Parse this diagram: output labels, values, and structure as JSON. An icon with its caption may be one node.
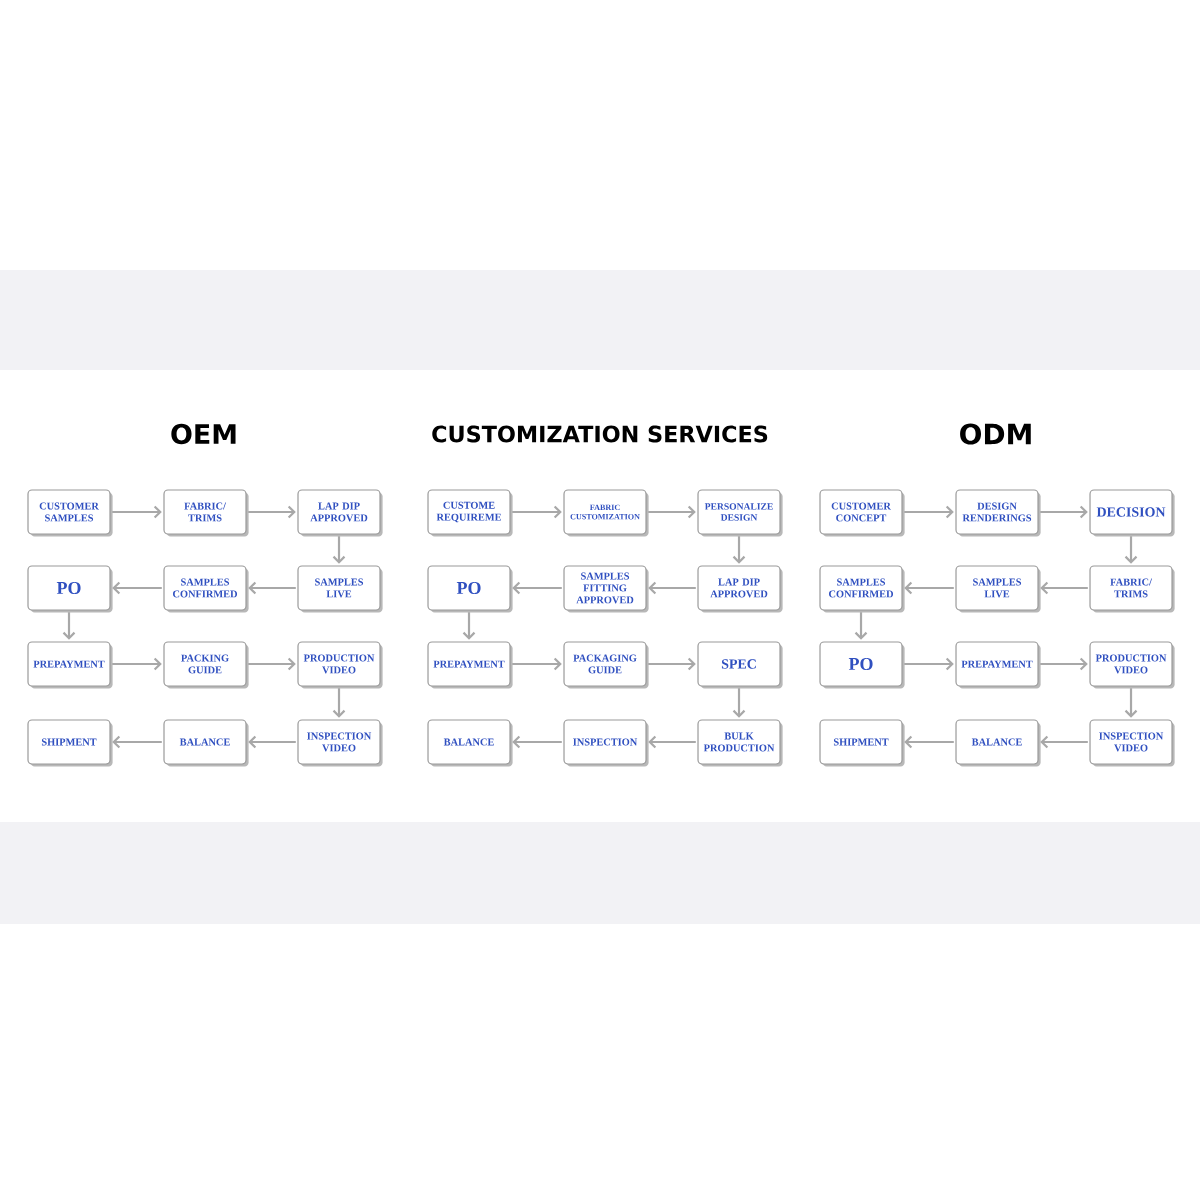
{
  "diagram": {
    "nodes": [
      {
        "text": [
          "CUSTOMER SAMPLES"
        ]
      },
      {
        "text": [
          "FABRIC/ TRIMS"
        ]
      },
      {
        "text": [
          "LAP DIP APPROVED"
        ]
      },
      {
        "text": [
          "PO"
        ]
      },
      {
        "text": [
          "SAMPLES CONFIRMED"
        ]
      },
      {
        "text": [
          "SAMPLES LIVE"
        ]
      },
      {
        "text": [
          "PREPAYMENT"
        ]
      },
      {
        "text": [
          "PACKING GUIDE"
        ]
      },
      {
        "text": [
          "PRODUCTION VIDEO"
        ]
      },
      {
        "text": [
          "SHIPMENT"
        ]
      },
      {
        "text": [
          "BALANCE"
        ]
      },
      {
        "text": [
          "INSPECTION VIDEO"
        ]
      },
      {
        "text": [
          "CUSTOME REQUIREME"
        ]
      },
      {
        "text": [
          "FABRIC CUSTOMIZATION"
        ]
      },
      {
        "text": [
          "PERSONALIZE DESIGN"
        ]
      },
      {
        "text": [
          "PO"
        ]
      },
      {
        "text": [
          "SAMPLES FITTING APPROVED"
        ]
      },
      {
        "text": [
          "LAP DIP APPROVED"
        ]
      },
      {
        "text": [
          "PREPAYMENT"
        ]
      },
      {
        "text": [
          "PACKAGING GUIDE"
        ]
      },
      {
        "text": [
          "SPEC"
        ]
      },
      {
        "text": [
          "BALANCE"
        ]
      },
      {
        "text": [
          "INSPECTION"
        ]
      },
      {
        "text": [
          "BULK PRODUCTION"
        ]
      },
      {
        "text": [
          "CUSTOMER CONCEPT"
        ]
      },
      {
        "text": [
          "DESIGN RENDERINGS"
        ]
      },
      {
        "text": [
          "DECISION"
        ]
      },
      {
        "text": [
          "SAMPLES CONFIRMED"
        ]
      },
      {
        "text": [
          "SAMPLES LIVE"
        ]
      },
      {
        "text": [
          "FABRIC/ TRIMS"
        ]
      },
      {
        "text": [
          "PO"
        ]
      },
      {
        "text": [
          "PREPAYMENT"
        ]
      },
      {
        "text": [
          "PRODUCTION VIDEO"
        ]
      },
      {
        "text": [
          "SHIPMENT"
        ]
      },
      {
        "text": [
          "BALANCE"
        ]
      },
      {
        "text": [
          "INSPECTION VIDEO"
        ]
      }
    ],
    "edges": [
      {
        "from": 0,
        "to": 1,
        "arrow": "to"
      },
      {
        "from": 1,
        "to": 2,
        "arrow": "to"
      },
      {
        "from": 2,
        "to": 5,
        "arrow": "to"
      },
      {
        "from": 5,
        "to": 4,
        "arrow": "to"
      },
      {
        "from": 4,
        "to": 3,
        "arrow": "to"
      },
      {
        "from": 3,
        "to": 6,
        "arrow": "to"
      },
      {
        "from": 6,
        "to": 7,
        "arrow": "to"
      },
      {
        "from": 7,
        "to": 8,
        "arrow": "to"
      },
      {
        "from": 8,
        "to": 11,
        "arrow": "to"
      },
      {
        "from": 11,
        "to": 10,
        "arrow": "to"
      },
      {
        "from": 10,
        "to": 9,
        "arrow": "to"
      },
      {
        "from": 12,
        "to": 13,
        "arrow": "to"
      },
      {
        "from": 13,
        "to": 14,
        "arrow": "to"
      },
      {
        "from": 14,
        "to": 17,
        "arrow": "to"
      },
      {
        "from": 17,
        "to": 16,
        "arrow": "to"
      },
      {
        "from": 16,
        "to": 15,
        "arrow": "to"
      },
      {
        "from": 15,
        "to": 18,
        "arrow": "to"
      },
      {
        "from": 18,
        "to": 19,
        "arrow": "to"
      },
      {
        "from": 19,
        "to": 20,
        "arrow": "to"
      },
      {
        "from": 20,
        "to": 23,
        "arrow": "to"
      },
      {
        "from": 23,
        "to": 22,
        "arrow": "to"
      },
      {
        "from": 22,
        "to": 21,
        "arrow": "to"
      },
      {
        "from": 24,
        "to": 25,
        "arrow": "to"
      },
      {
        "from": 25,
        "to": 26,
        "arrow": "to"
      },
      {
        "from": 26,
        "to": 29,
        "arrow": "to"
      },
      {
        "from": 29,
        "to": 28,
        "arrow": "to"
      },
      {
        "from": 28,
        "to": 27,
        "arrow": "to"
      },
      {
        "from": 27,
        "to": 30,
        "arrow": "to"
      },
      {
        "from": 30,
        "to": 31,
        "arrow": "to"
      },
      {
        "from": 31,
        "to": 32,
        "arrow": "to"
      },
      {
        "from": 32,
        "to": 35,
        "arrow": "to"
      },
      {
        "from": 35,
        "to": 34,
        "arrow": "to"
      },
      {
        "from": 34,
        "to": 33,
        "arrow": "to"
      }
    ],
    "labels": [
      "OEM",
      "CUSTOMIZATION SERVICES",
      "ODM"
    ]
  }
}
